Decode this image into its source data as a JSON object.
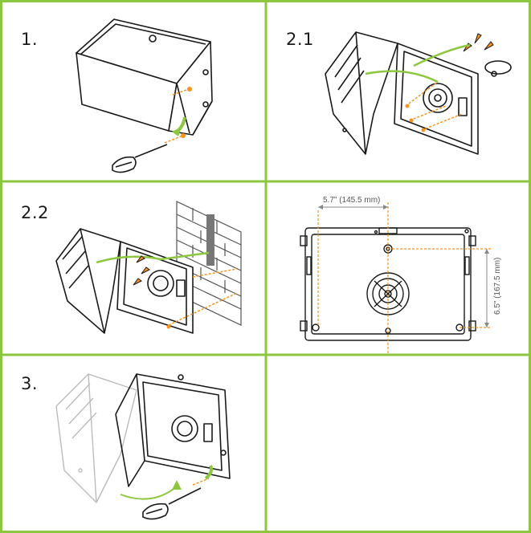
{
  "steps": [
    {
      "label": "1."
    },
    {
      "label": "2.1"
    },
    {
      "label": "2.2"
    },
    {
      "label": "3."
    }
  ],
  "dimensions": {
    "horizontal": "5.7\" (145.5 mm)",
    "vertical": "6.5\" (167.5 mm)"
  },
  "colors": {
    "grid_border": "#8dc63f",
    "accent_orange": "#f7931e",
    "accent_green": "#8dc63f",
    "line": "#1a1a1a",
    "brick": "#555555"
  }
}
